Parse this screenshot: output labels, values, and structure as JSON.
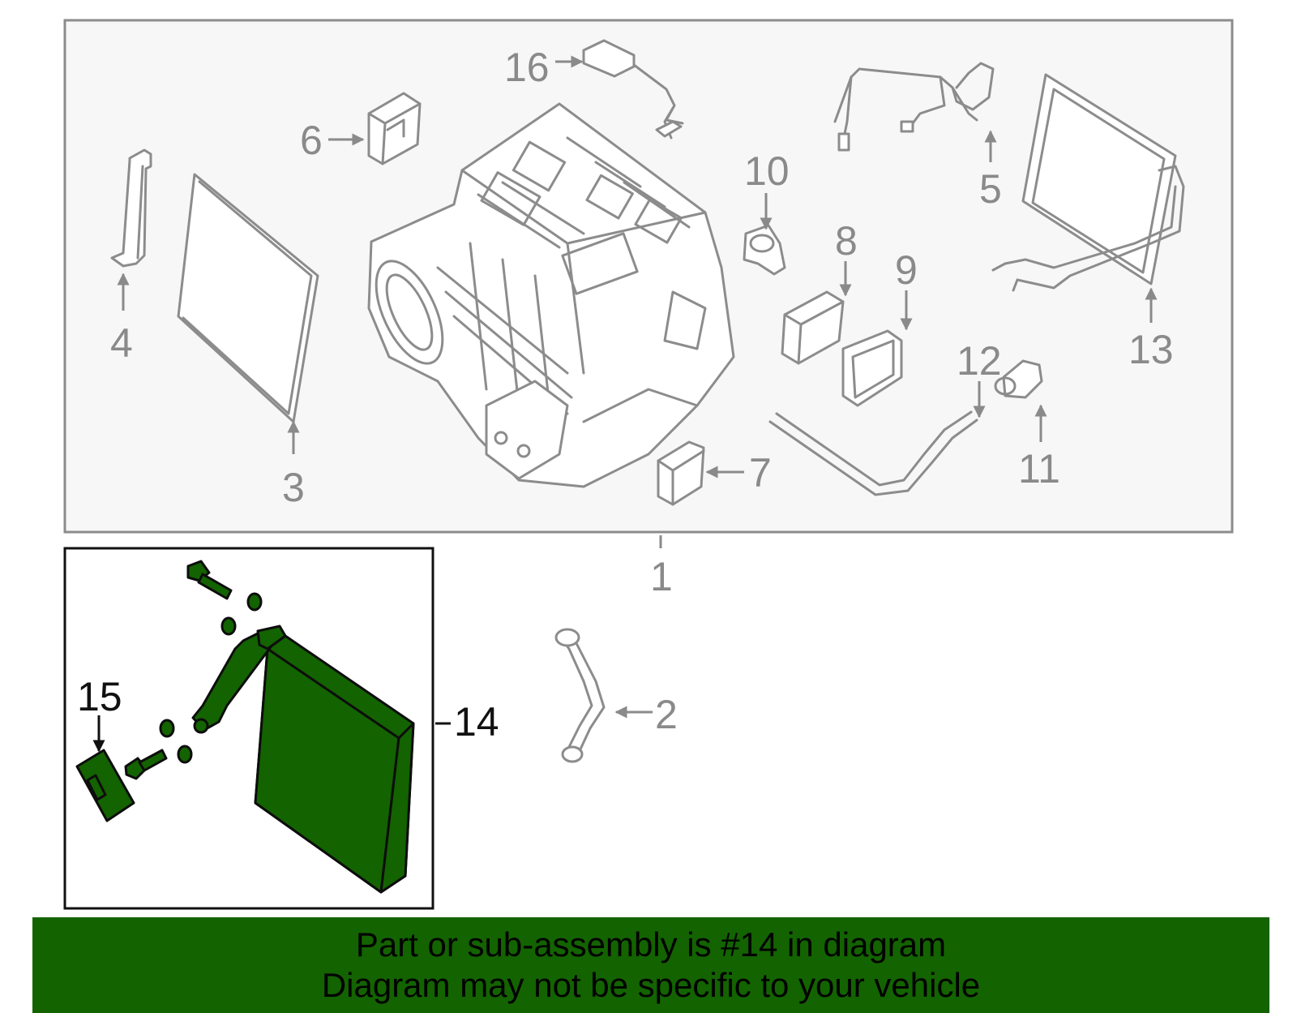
{
  "callouts": {
    "c1": "1",
    "c2": "2",
    "c3": "3",
    "c4": "4",
    "c5": "5",
    "c6": "6",
    "c7": "7",
    "c8": "8",
    "c9": "9",
    "c10": "10",
    "c11": "11",
    "c12": "12",
    "c13": "13",
    "c14": "14",
    "c15": "15",
    "c16": "16"
  },
  "banner": {
    "line1": "Part or sub-assembly is #14 in diagram",
    "line2": "Diagram may not be specific to your vehicle"
  },
  "colors": {
    "highlight": "#136300",
    "banner_bg": "#136300",
    "callout_gray": "#8a8a8a",
    "panel_bg": "#f7f7f7"
  },
  "icons": [
    "arrow-right-icon",
    "arrow-up-icon",
    "arrow-down-icon",
    "arrow-left-icon"
  ]
}
